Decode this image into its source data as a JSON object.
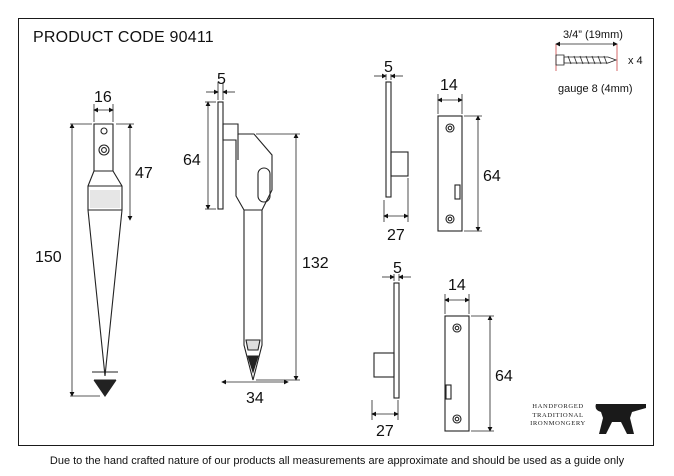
{
  "title": "PRODUCT CODE 90411",
  "footer": "Due to the hand crafted nature of our products all measurements are approximate and should be used as a guide only",
  "screw": {
    "length": "3/4” (19mm)",
    "quantity": "x 4",
    "gauge": "gauge 8 (4mm)"
  },
  "dimensions": {
    "handle_width": "16",
    "handle_top": "47",
    "handle_length": "150",
    "side_thickness": "5",
    "side_top": "64",
    "side_length": "132",
    "side_base": "34",
    "keep1_thickness": "5",
    "keep1_width": "14",
    "keep1_height": "64",
    "keep1_depth": "27",
    "keep2_thickness": "5",
    "keep2_width": "14",
    "keep2_height": "64",
    "keep2_depth": "27"
  },
  "logo": {
    "line1": "HANDFORGED",
    "line2": "TRADITIONAL",
    "line3": "IRONMONGERY"
  }
}
